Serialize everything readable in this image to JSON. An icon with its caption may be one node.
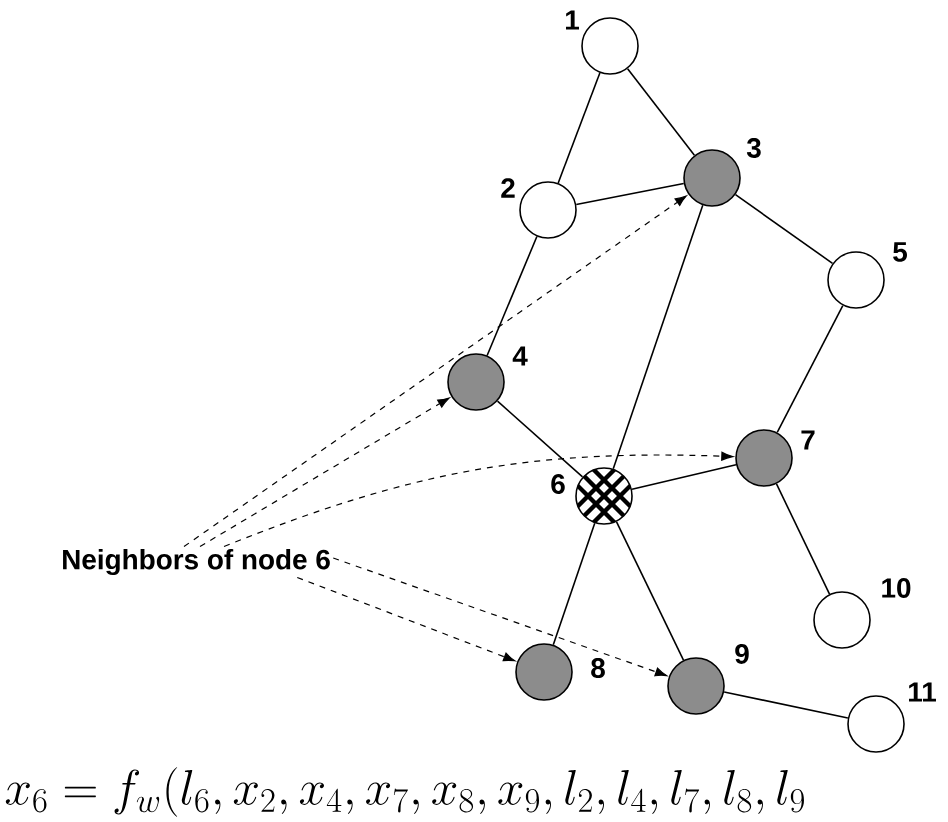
{
  "diagram": {
    "nodes": [
      {
        "text": [],
        "shape": "circle",
        "beside": [
          "1"
        ]
      },
      {
        "text": [],
        "shape": "circle",
        "beside": [
          "2"
        ]
      },
      {
        "text": [],
        "shape": "circle",
        "beside": [
          "3"
        ]
      },
      {
        "text": [],
        "shape": "circle",
        "beside": [
          "4"
        ]
      },
      {
        "text": [],
        "shape": "circle",
        "beside": [
          "5"
        ]
      },
      {
        "text": [],
        "shape": "circle",
        "beside": [
          "6"
        ]
      },
      {
        "text": [],
        "shape": "circle",
        "beside": [
          "7"
        ]
      },
      {
        "text": [],
        "shape": "circle",
        "beside": [
          "8"
        ]
      },
      {
        "text": [],
        "shape": "circle",
        "beside": [
          "9"
        ]
      },
      {
        "text": [],
        "shape": "circle",
        "beside": [
          "10"
        ]
      },
      {
        "text": [],
        "shape": "circle",
        "beside": [
          "11"
        ]
      },
      {
        "text": [
          "Neighbors of node 6"
        ]
      }
    ],
    "edges": [
      {
        "from": 0,
        "to": 1,
        "arrow": "none"
      },
      {
        "from": 0,
        "to": 2,
        "arrow": "none"
      },
      {
        "from": 1,
        "to": 2,
        "arrow": "none"
      },
      {
        "from": 1,
        "to": 3,
        "arrow": "none"
      },
      {
        "from": 2,
        "to": 4,
        "arrow": "none"
      },
      {
        "from": 2,
        "to": 5,
        "arrow": "none"
      },
      {
        "from": 3,
        "to": 5,
        "arrow": "none"
      },
      {
        "from": 4,
        "to": 6,
        "arrow": "none"
      },
      {
        "from": 5,
        "to": 6,
        "arrow": "none"
      },
      {
        "from": 5,
        "to": 7,
        "arrow": "none"
      },
      {
        "from": 5,
        "to": 8,
        "arrow": "none"
      },
      {
        "from": 6,
        "to": 9,
        "arrow": "none"
      },
      {
        "from": 8,
        "to": 10,
        "arrow": "none"
      },
      {
        "from": 11,
        "to": 2,
        "arrow": "to",
        "style": "dashed"
      },
      {
        "from": 11,
        "to": 3,
        "arrow": "to",
        "style": "dashed"
      },
      {
        "from": 11,
        "to": 6,
        "arrow": "to",
        "style": "dashed"
      },
      {
        "from": 11,
        "to": 7,
        "arrow": "to",
        "style": "dashed"
      },
      {
        "from": 11,
        "to": 8,
        "arrow": "to",
        "style": "dashed"
      }
    ],
    "labels": [
      "x_6 = f_w(l_6, x_2, x_4, x_7, x_8, x_9, l_2, l_4, l_7, l_8, l_9"
    ]
  }
}
